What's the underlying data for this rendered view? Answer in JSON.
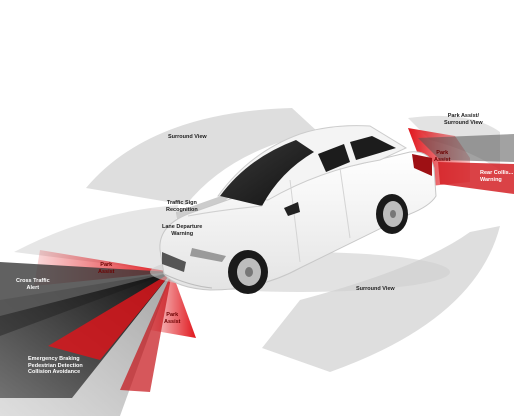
{
  "labels": {
    "surround_view_top": "Surround View",
    "surround_view_bottom": "Surround View",
    "park_assist_surround_view": [
      "Park Assist/",
      "Surround View"
    ],
    "park_assist_rear": [
      "Park",
      "Assist"
    ],
    "rear_collision_warning": [
      "Rear Collis...",
      "Warning"
    ],
    "traffic_sign_recognition": [
      "Traffic Sign",
      "Recognition"
    ],
    "lane_departure_warning": [
      "Lane Departure",
      "Warning"
    ],
    "park_assist_front_left": [
      "Park",
      "Assist"
    ],
    "park_assist_front_right": [
      "Park",
      "Assist"
    ],
    "cross_traffic_alert": [
      "Cross Traffic",
      "Alert"
    ],
    "emergency_braking": [
      "Emergency Braking",
      "Pedestrian Detection",
      "Collision Avoidance"
    ]
  },
  "colors": {
    "sensor_red": "#d9161c",
    "zone_gray": "#dedede",
    "dark_beam": "#1a1a1a",
    "car_white": "#f7f7f7"
  }
}
